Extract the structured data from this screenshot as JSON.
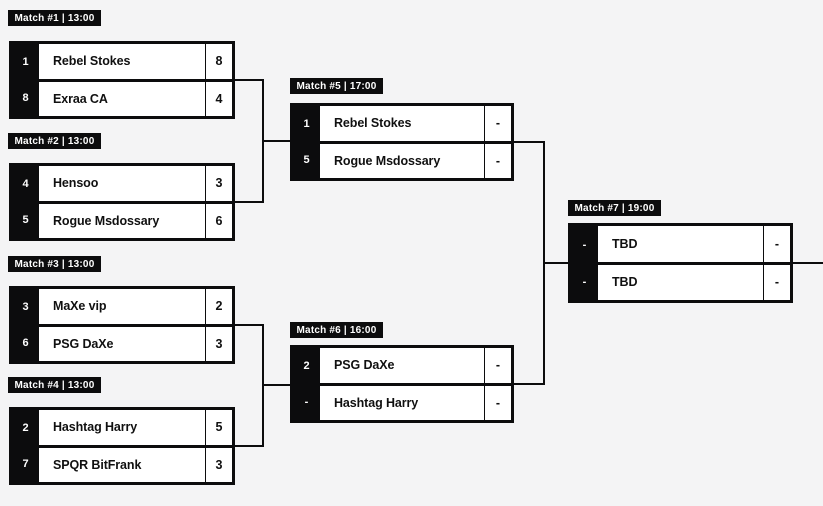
{
  "page": {
    "background": "#f4f4f5",
    "accent_black": "#0c0c0d",
    "card_white": "#ffffff"
  },
  "bracket": {
    "matches": [
      {
        "label": "Match #1 | 13:00",
        "slots": [
          {
            "seed": "1",
            "name": "Rebel Stokes",
            "score": "8"
          },
          {
            "seed": "8",
            "name": "Exraa CA",
            "score": "4"
          }
        ]
      },
      {
        "label": "Match #2 | 13:00",
        "slots": [
          {
            "seed": "4",
            "name": "Hensoo",
            "score": "3"
          },
          {
            "seed": "5",
            "name": "Rogue Msdossary",
            "score": "6"
          }
        ]
      },
      {
        "label": "Match #3 | 13:00",
        "slots": [
          {
            "seed": "3",
            "name": "MaXe vip",
            "score": "2"
          },
          {
            "seed": "6",
            "name": "PSG DaXe",
            "score": "3"
          }
        ]
      },
      {
        "label": "Match #4 | 13:00",
        "slots": [
          {
            "seed": "2",
            "name": "Hashtag Harry",
            "score": "5"
          },
          {
            "seed": "7",
            "name": "SPQR BitFrank",
            "score": "3"
          }
        ]
      },
      {
        "label": "Match #5 | 17:00",
        "slots": [
          {
            "seed": "1",
            "name": "Rebel Stokes",
            "score": "-"
          },
          {
            "seed": "5",
            "name": "Rogue Msdossary",
            "score": "-"
          }
        ]
      },
      {
        "label": "Match #6 | 16:00",
        "slots": [
          {
            "seed": "2",
            "name": "PSG DaXe",
            "score": "-"
          },
          {
            "seed": "-",
            "name": "Hashtag Harry",
            "score": "-"
          }
        ]
      },
      {
        "label": "Match #7 | 19:00",
        "slots": [
          {
            "seed": "-",
            "name": "TBD",
            "score": "-"
          },
          {
            "seed": "-",
            "name": "TBD",
            "score": "-"
          }
        ]
      }
    ]
  }
}
